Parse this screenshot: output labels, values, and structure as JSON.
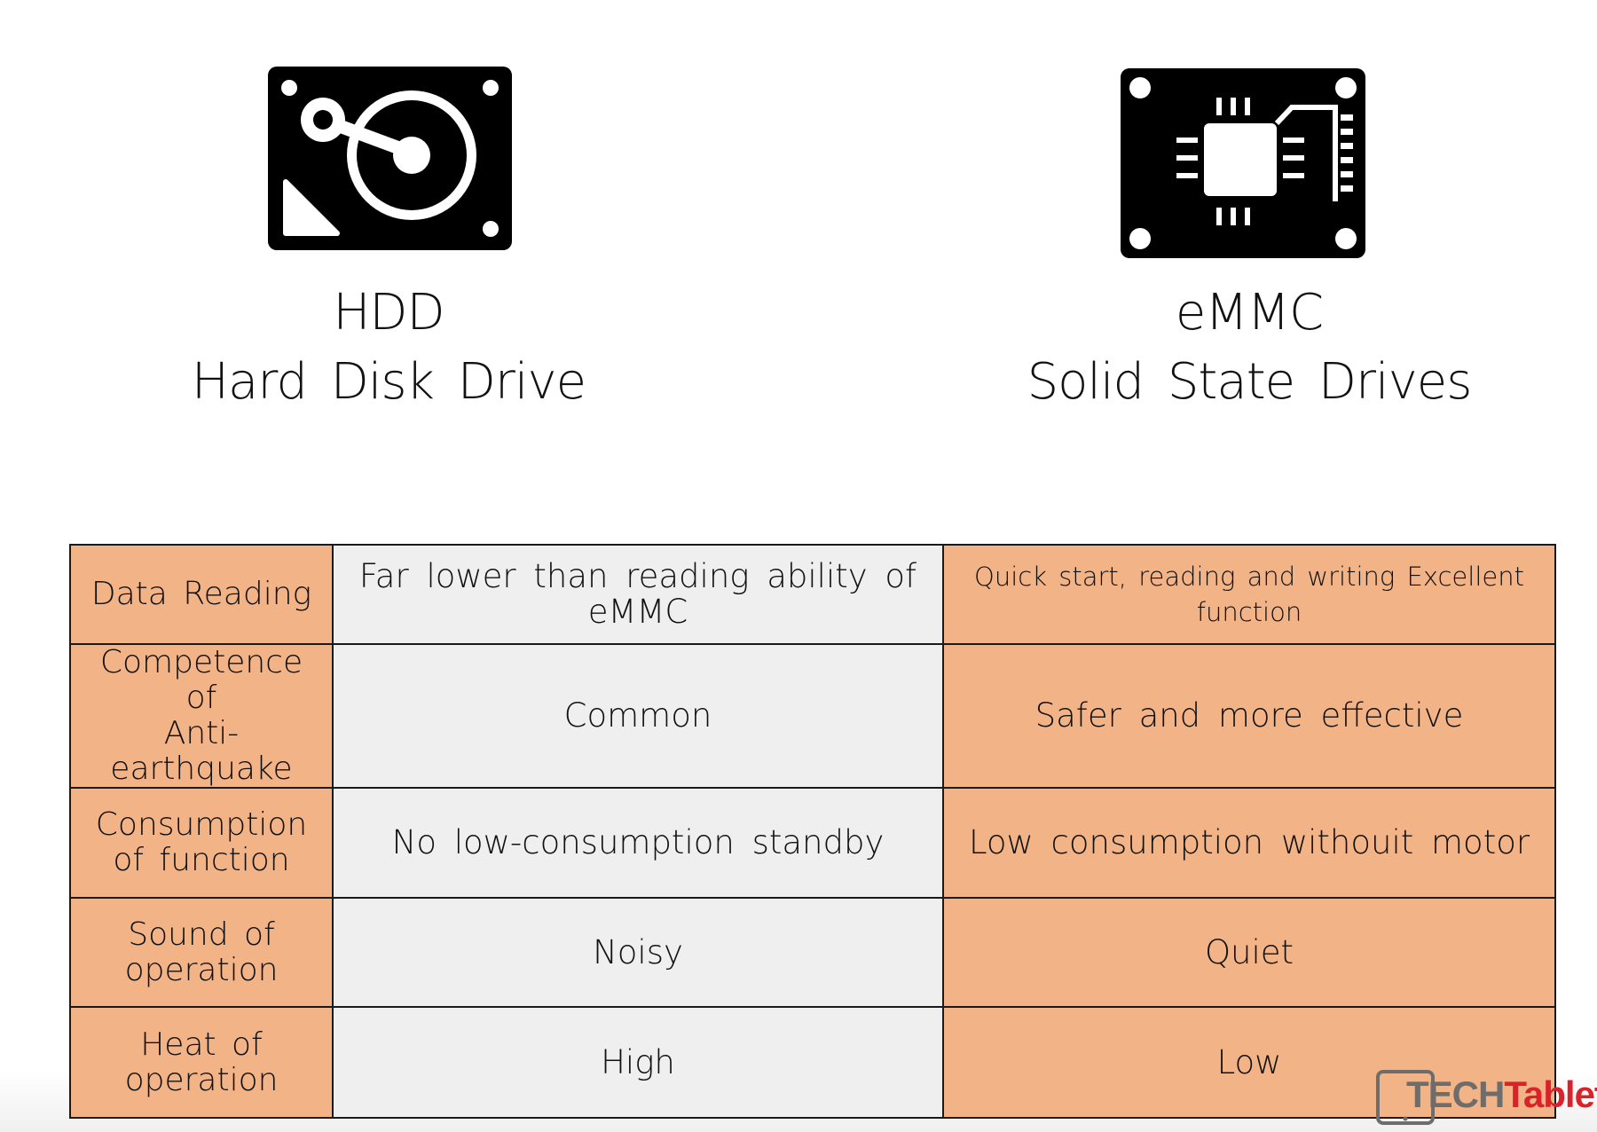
{
  "icons": {
    "hdd": "hard-disk-icon",
    "emmc": "chip-board-icon"
  },
  "hdd": {
    "abbr": "HDD",
    "name": "Hard Disk Drive"
  },
  "emmc": {
    "abbr": "eMMC",
    "name": "Solid State Drives"
  },
  "table": {
    "rows": [
      {
        "feature": "Data Reading",
        "hdd": "Far lower than reading ability of eMMC",
        "emmc": "Quick start, reading and writing Excellent function"
      },
      {
        "feature": "Competence of\nAnti-earthquake",
        "hdd": "Common",
        "emmc": "Safer and more effective"
      },
      {
        "feature": "Consumption\nof function",
        "hdd": "No low-consumption standby",
        "emmc": "Low consumption withouit motor"
      },
      {
        "feature": "Sound of\noperation",
        "hdd": "Noisy",
        "emmc": "Quiet"
      },
      {
        "feature": "Heat of\noperation",
        "hdd": "High",
        "emmc": "Low"
      }
    ]
  },
  "watermark": {
    "part1": "TECH",
    "part2": "Tablets"
  },
  "colors": {
    "accent_orange": "#f2b387",
    "hdd_column_gray": "#efefef",
    "border": "#1a1a1a",
    "watermark_red": "#d9232a"
  }
}
